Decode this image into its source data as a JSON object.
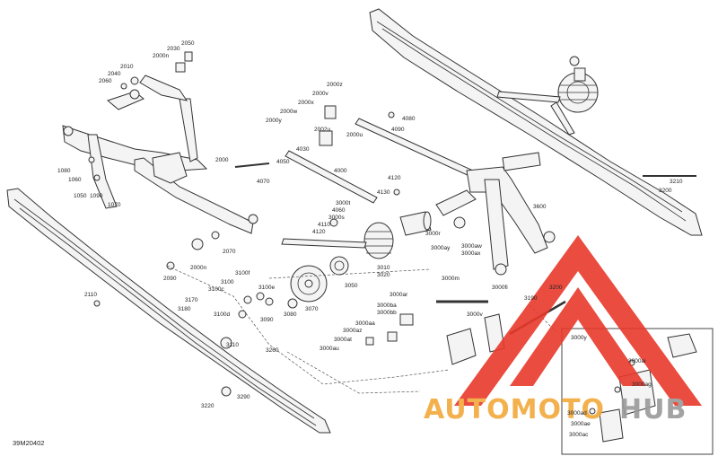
{
  "diagram_code": "39M20402",
  "watermark": {
    "text_auto": "AUTOMOTO",
    "text_hub": "HUB",
    "color_auto": "#f2a93b",
    "color_hub": "#9a9a9a",
    "color_logo": "#e8392b"
  },
  "labels": [
    {
      "id": "2050",
      "text": "2050"
    },
    {
      "id": "2030",
      "text": "2030"
    },
    {
      "id": "2000n_top",
      "text": "2000n"
    },
    {
      "id": "2010",
      "text": "2010"
    },
    {
      "id": "2040",
      "text": "2040"
    },
    {
      "id": "2060",
      "text": "2060"
    },
    {
      "id": "2000z",
      "text": "2000z"
    },
    {
      "id": "2000v",
      "text": "2000v"
    },
    {
      "id": "2000x",
      "text": "2000x"
    },
    {
      "id": "2000w",
      "text": "2000w"
    },
    {
      "id": "2000y",
      "text": "2000y"
    },
    {
      "id": "2000u",
      "text": "2000u"
    },
    {
      "id": "2002u",
      "text": "2002u"
    },
    {
      "id": "4030",
      "text": "4030"
    },
    {
      "id": "4050",
      "text": "4050"
    },
    {
      "id": "4070",
      "text": "4070"
    },
    {
      "id": "4000",
      "text": "4000"
    },
    {
      "id": "4080",
      "text": "4080"
    },
    {
      "id": "4090",
      "text": "4090"
    },
    {
      "id": "2000",
      "text": "2000"
    },
    {
      "id": "1080",
      "text": "1080"
    },
    {
      "id": "1060",
      "text": "1060"
    },
    {
      "id": "1050",
      "text": "1050"
    },
    {
      "id": "1090",
      "text": "1090"
    },
    {
      "id": "1070",
      "text": "1070"
    },
    {
      "id": "2070",
      "text": "2070"
    },
    {
      "id": "2090",
      "text": "2090"
    },
    {
      "id": "2000n_bot",
      "text": "2000n"
    },
    {
      "id": "4130",
      "text": "4130"
    },
    {
      "id": "4120",
      "text": "4120"
    },
    {
      "id": "3000t",
      "text": "3000t"
    },
    {
      "id": "4060",
      "text": "4060"
    },
    {
      "id": "3000s",
      "text": "3000s"
    },
    {
      "id": "4110",
      "text": "4110"
    },
    {
      "id": "4120b",
      "text": "4120"
    },
    {
      "id": "3000r",
      "text": "3000r"
    },
    {
      "id": "3000ay",
      "text": "3000ay"
    },
    {
      "id": "3000aw",
      "text": "3000aw"
    },
    {
      "id": "3000ax",
      "text": "3000ax"
    },
    {
      "id": "3600",
      "text": "3600"
    },
    {
      "id": "3210",
      "text": "3210"
    },
    {
      "id": "3200_r",
      "text": "3200"
    },
    {
      "id": "3010",
      "text": "3010"
    },
    {
      "id": "3020",
      "text": "3020"
    },
    {
      "id": "3050",
      "text": "3050"
    },
    {
      "id": "3000m",
      "text": "3000m"
    },
    {
      "id": "3000ar",
      "text": "3000ar"
    },
    {
      "id": "3000ba",
      "text": "3000ba"
    },
    {
      "id": "3000bb",
      "text": "3000bb"
    },
    {
      "id": "3000aa",
      "text": "3000aa"
    },
    {
      "id": "3000az",
      "text": "3000az"
    },
    {
      "id": "3000at",
      "text": "3000at"
    },
    {
      "id": "3000au",
      "text": "3000au"
    },
    {
      "id": "3000v",
      "text": "3000v"
    },
    {
      "id": "3000fi",
      "text": "3000fi"
    },
    {
      "id": "3190",
      "text": "3190"
    },
    {
      "id": "3200_m",
      "text": "3200"
    },
    {
      "id": "3100f",
      "text": "3100f"
    },
    {
      "id": "3100",
      "text": "3100"
    },
    {
      "id": "3100e",
      "text": "3100e"
    },
    {
      "id": "3100c",
      "text": "3100c"
    },
    {
      "id": "3170",
      "text": "3170"
    },
    {
      "id": "3180",
      "text": "3180"
    },
    {
      "id": "3100d",
      "text": "3100d"
    },
    {
      "id": "3080",
      "text": "3080"
    },
    {
      "id": "3070",
      "text": "3070"
    },
    {
      "id": "3090",
      "text": "3090"
    },
    {
      "id": "3110",
      "text": "3110"
    },
    {
      "id": "2110",
      "text": "2110"
    },
    {
      "id": "3260",
      "text": "3260"
    },
    {
      "id": "3290",
      "text": "3290"
    },
    {
      "id": "3220",
      "text": "3220"
    },
    {
      "id": "3000y",
      "text": "3000y"
    },
    {
      "id": "3000ai",
      "text": "3000ai"
    },
    {
      "id": "3000ag",
      "text": "3000ag"
    },
    {
      "id": "3000ad",
      "text": "3000ad"
    },
    {
      "id": "3000ae",
      "text": "3000ae"
    },
    {
      "id": "3000ac",
      "text": "3000ac"
    }
  ]
}
